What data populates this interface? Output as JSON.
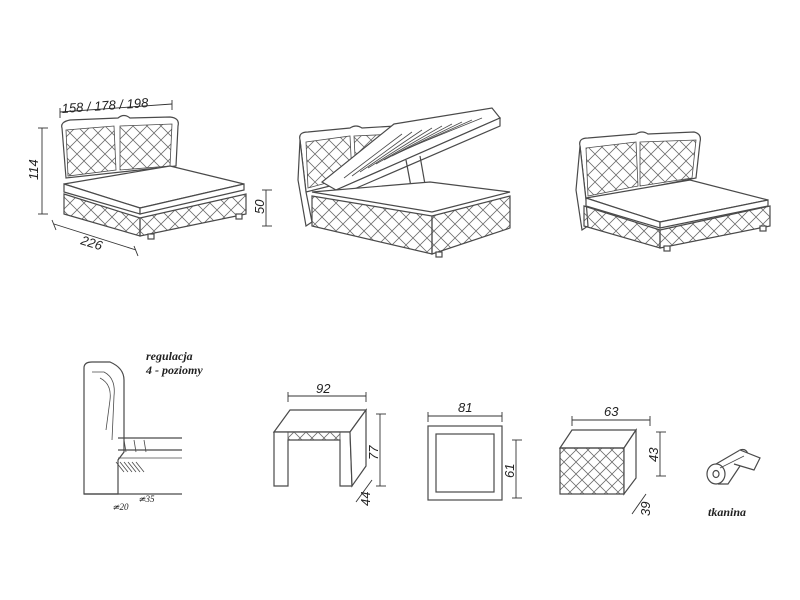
{
  "bed": {
    "width_label": "158 / 178 / 198",
    "height_label": "114",
    "length_label": "226",
    "frame_height_label": "50"
  },
  "side_view": {
    "note_line1": "regulacja",
    "note_line2": "4 - poziomy",
    "angle_low": "≄20",
    "angle_high": "≄35"
  },
  "bench": {
    "width_label": "92",
    "height_label": "77",
    "depth_label": "44"
  },
  "mirror": {
    "width_label": "81",
    "height_label": "61"
  },
  "nightstand": {
    "width_label": "63",
    "height_label": "43",
    "depth_label": "39"
  },
  "fabric": {
    "label": "tkanina"
  }
}
